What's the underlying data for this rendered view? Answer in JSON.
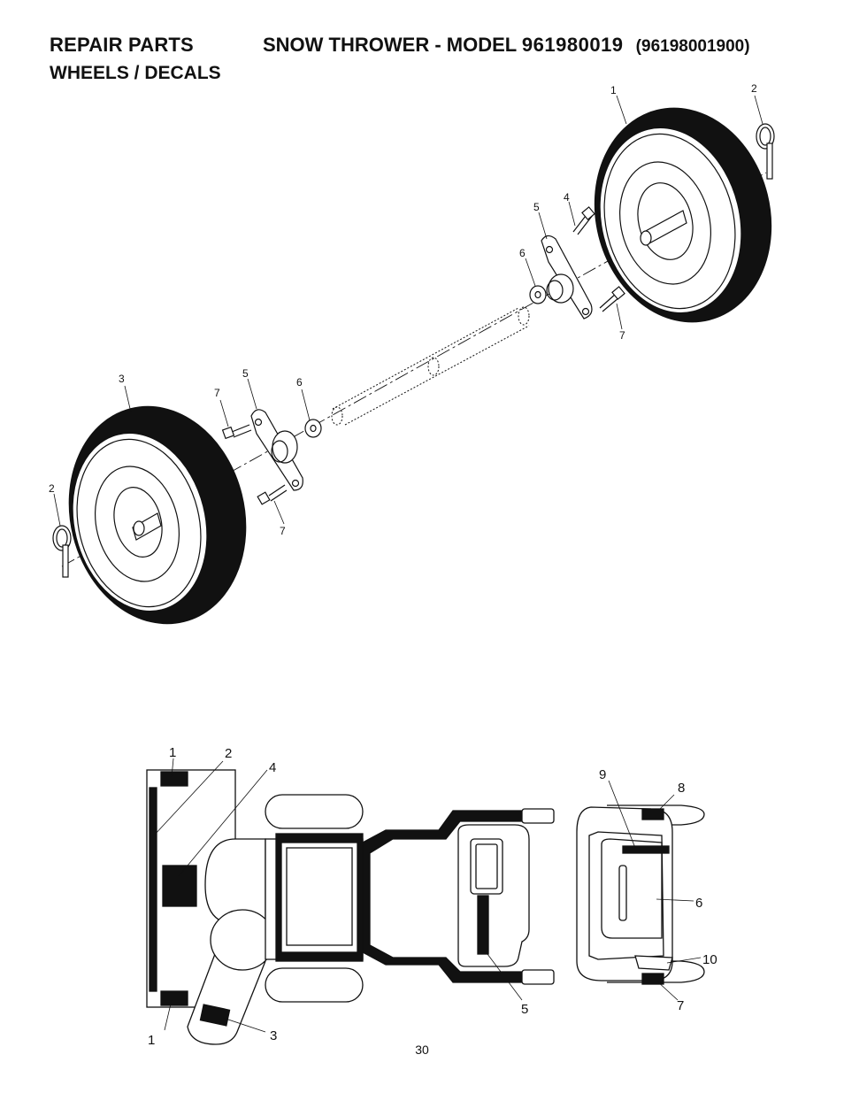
{
  "header": {
    "section": "REPAIR PARTS",
    "product": "SNOW THROWER - MODEL",
    "model_number": "961980019",
    "model_code": "(96198001900)",
    "subtitle": "WHEELS / DECALS"
  },
  "wheels_diagram": {
    "callouts": [
      "1",
      "2",
      "4",
      "5",
      "6",
      "7",
      "3",
      "5",
      "6",
      "7",
      "2",
      "7"
    ]
  },
  "decals_diagram": {
    "callouts": [
      "1",
      "2",
      "4",
      "1",
      "3",
      "5",
      "9",
      "8",
      "6",
      "10",
      "7"
    ]
  },
  "footer": {
    "page_number": "30"
  }
}
